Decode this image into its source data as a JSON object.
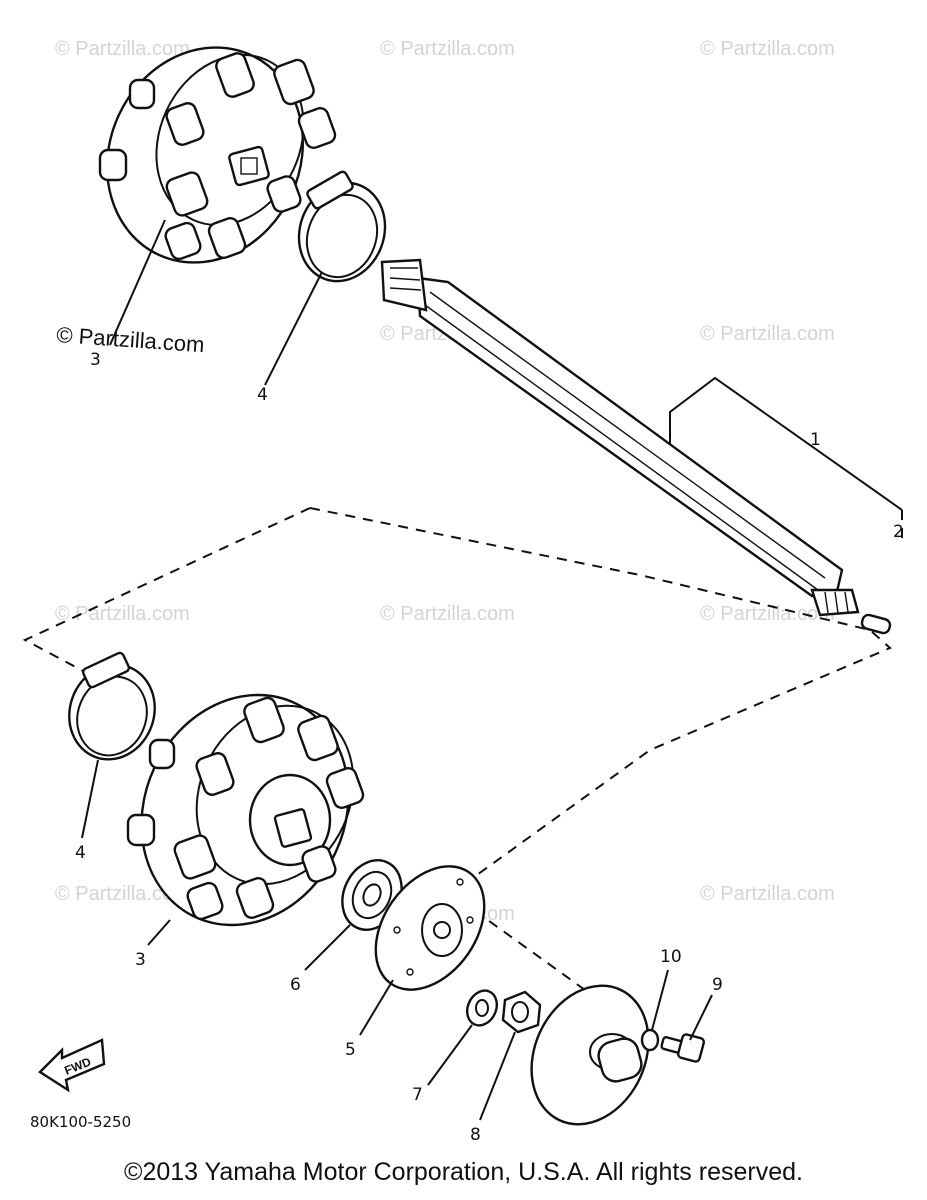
{
  "callouts": {
    "c1": "1",
    "c2": "2",
    "c3_top": "3",
    "c4_top": "4",
    "c4_bot": "4",
    "c3_bot": "3",
    "c6": "6",
    "c5": "5",
    "c7": "7",
    "c8": "8",
    "c10": "10",
    "c9": "9"
  },
  "watermark": {
    "text": "© Partzilla.com",
    "strong_text": "© Partzilla.com"
  },
  "fwd_label": "FWD",
  "diagram_code": "80K100-5250",
  "copyright": "©2013  Yamaha Motor Corporation, U.S.A. All rights reserved."
}
